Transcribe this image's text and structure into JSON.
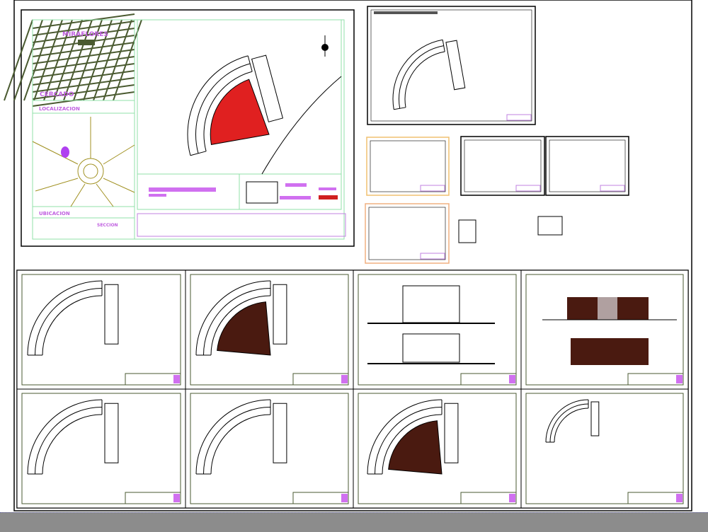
{
  "colors": {
    "background": "#ffffff",
    "frame": "#000000",
    "sheet_border": "#90e0a8",
    "annotation": "#d070f0",
    "hatch_red": "#e02020",
    "solid_fill": "#4a1a10",
    "street_lines": "#4a5a30",
    "bottom_bar": "#8c8c8c"
  },
  "location_sheet": {
    "district_label": "MIRAFLORES",
    "area_label": "CERCADO",
    "localization_title": "LOCALIZACION",
    "ubicacion_title": "UBICACION",
    "section_label": "SECCION"
  },
  "sheets": {
    "bottom_row_1": [
      "floor-plan-dimensions",
      "floor-plan-fill",
      "elevations",
      "sections"
    ],
    "bottom_row_2": [
      "electrical-plan",
      "sanitary-plan",
      "roof-plan",
      "structural-details"
    ]
  }
}
